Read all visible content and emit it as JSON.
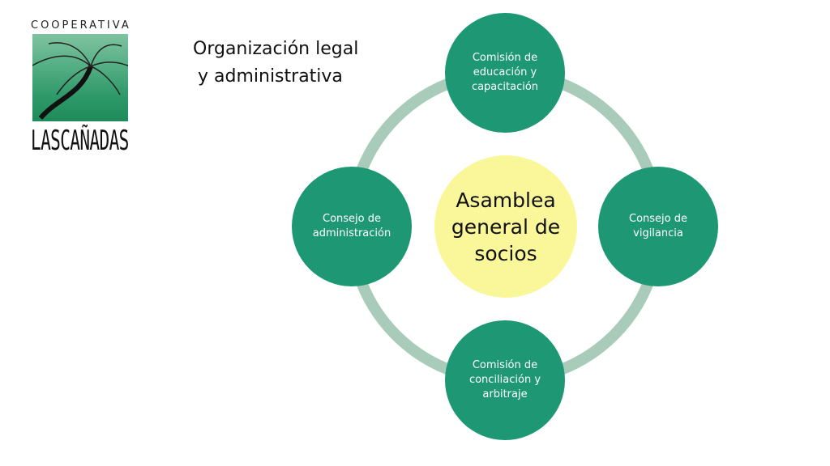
{
  "logo": {
    "top_text": "COOPERATIVA",
    "name": "LASCAÑADAS"
  },
  "title": {
    "line1": "Organización legal",
    "line2": "y administrativa"
  },
  "diagram": {
    "center": "Asamblea general de socios",
    "nodes": {
      "top": "Comisión de educación y capacitación",
      "right": "Consejo de vigilancia",
      "bottom": "Comisión de conciliación y arbitraje",
      "left": "Consejo de administración"
    },
    "colors": {
      "node": "#1e9874",
      "center": "#faf79a",
      "ring": "#a9cbb9"
    }
  }
}
